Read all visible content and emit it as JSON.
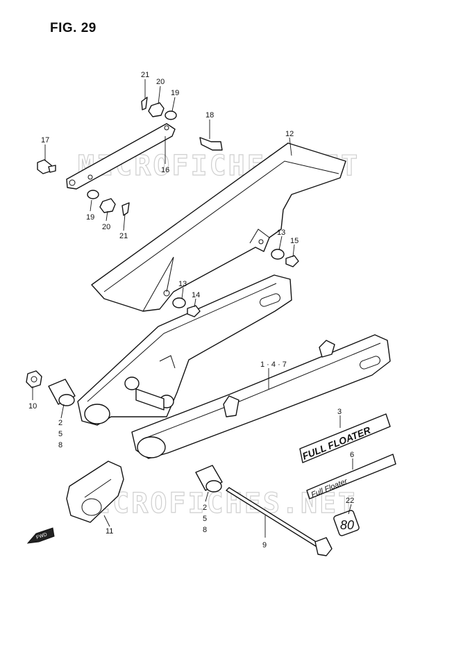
{
  "figure": {
    "title": "FIG. 29"
  },
  "watermark": {
    "text": "MICROFICHES.NET"
  },
  "decals": {
    "full_floater": "FULL FLOATER",
    "full_floater_small": "Full Floater",
    "model_80": "80"
  },
  "fwd_label": "FWD",
  "callouts": {
    "c21a": "21",
    "c20a": "20",
    "c19a": "19",
    "c18": "18",
    "c12": "12",
    "c17": "17",
    "c16": "16",
    "c19b": "19",
    "c20b": "20",
    "c21b": "21",
    "c13a": "13",
    "c15": "15",
    "c13b": "13",
    "c14": "14",
    "c147": "1 · 4 · 7",
    "c10": "10",
    "c258a": [
      "2",
      "5",
      "8"
    ],
    "c3": "3",
    "c6": "6",
    "c22": "22",
    "c11": "11",
    "c258b": [
      "2",
      "5",
      "8"
    ],
    "c9": "9"
  }
}
